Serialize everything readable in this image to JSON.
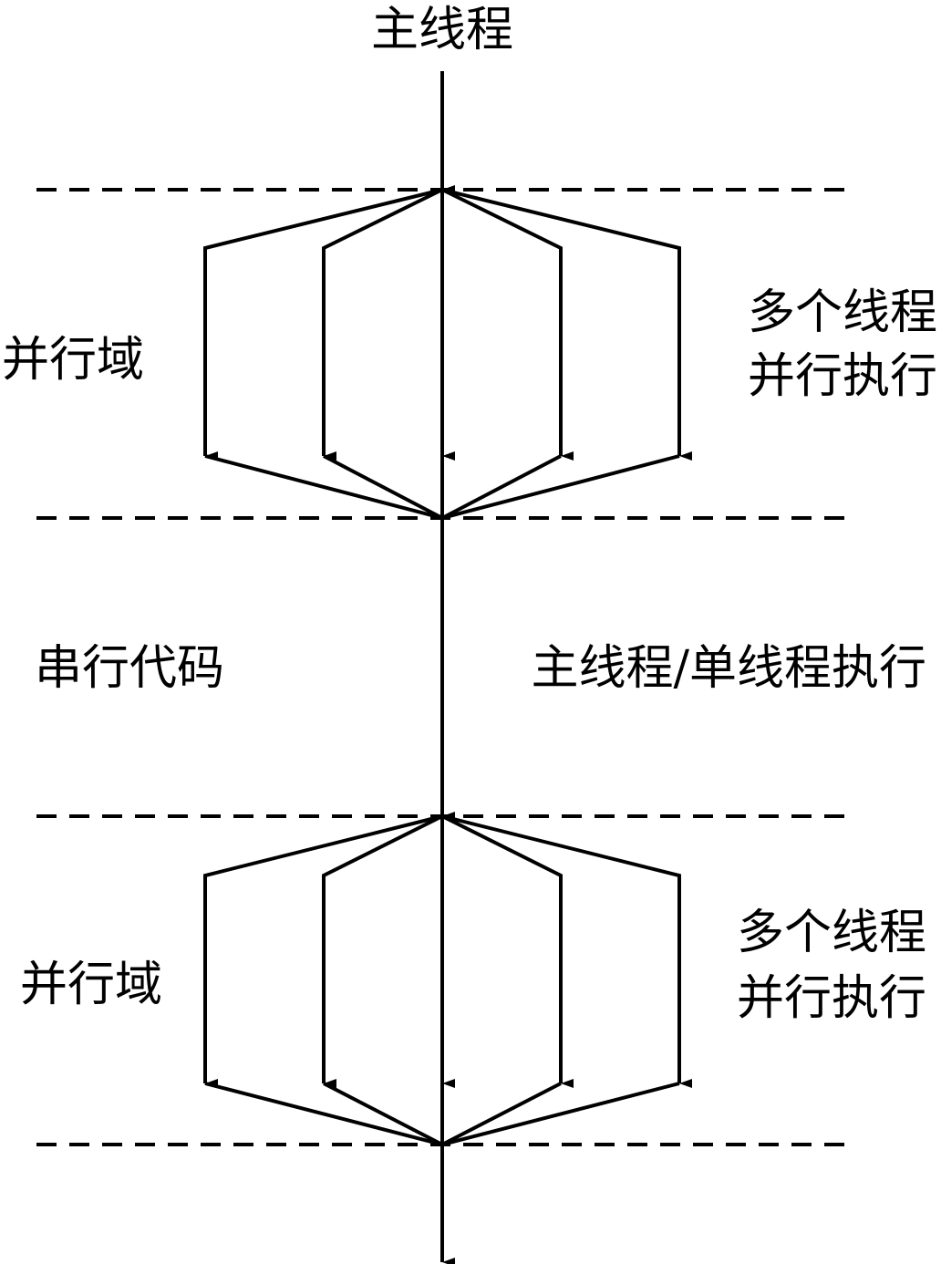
{
  "labels": {
    "main_thread": "主线程",
    "parallel_region_1": "并行域",
    "multi_thread_1_line1": "多个线程",
    "multi_thread_1_line2": "并行执行",
    "serial_code": "串行代码",
    "main_single_thread": "主线程/单线程执行",
    "parallel_region_2": "并行域",
    "multi_thread_2_line1": "多个线程",
    "multi_thread_2_line2": "并行执行"
  },
  "colors": {
    "stroke": "#000000",
    "background": "#ffffff"
  }
}
